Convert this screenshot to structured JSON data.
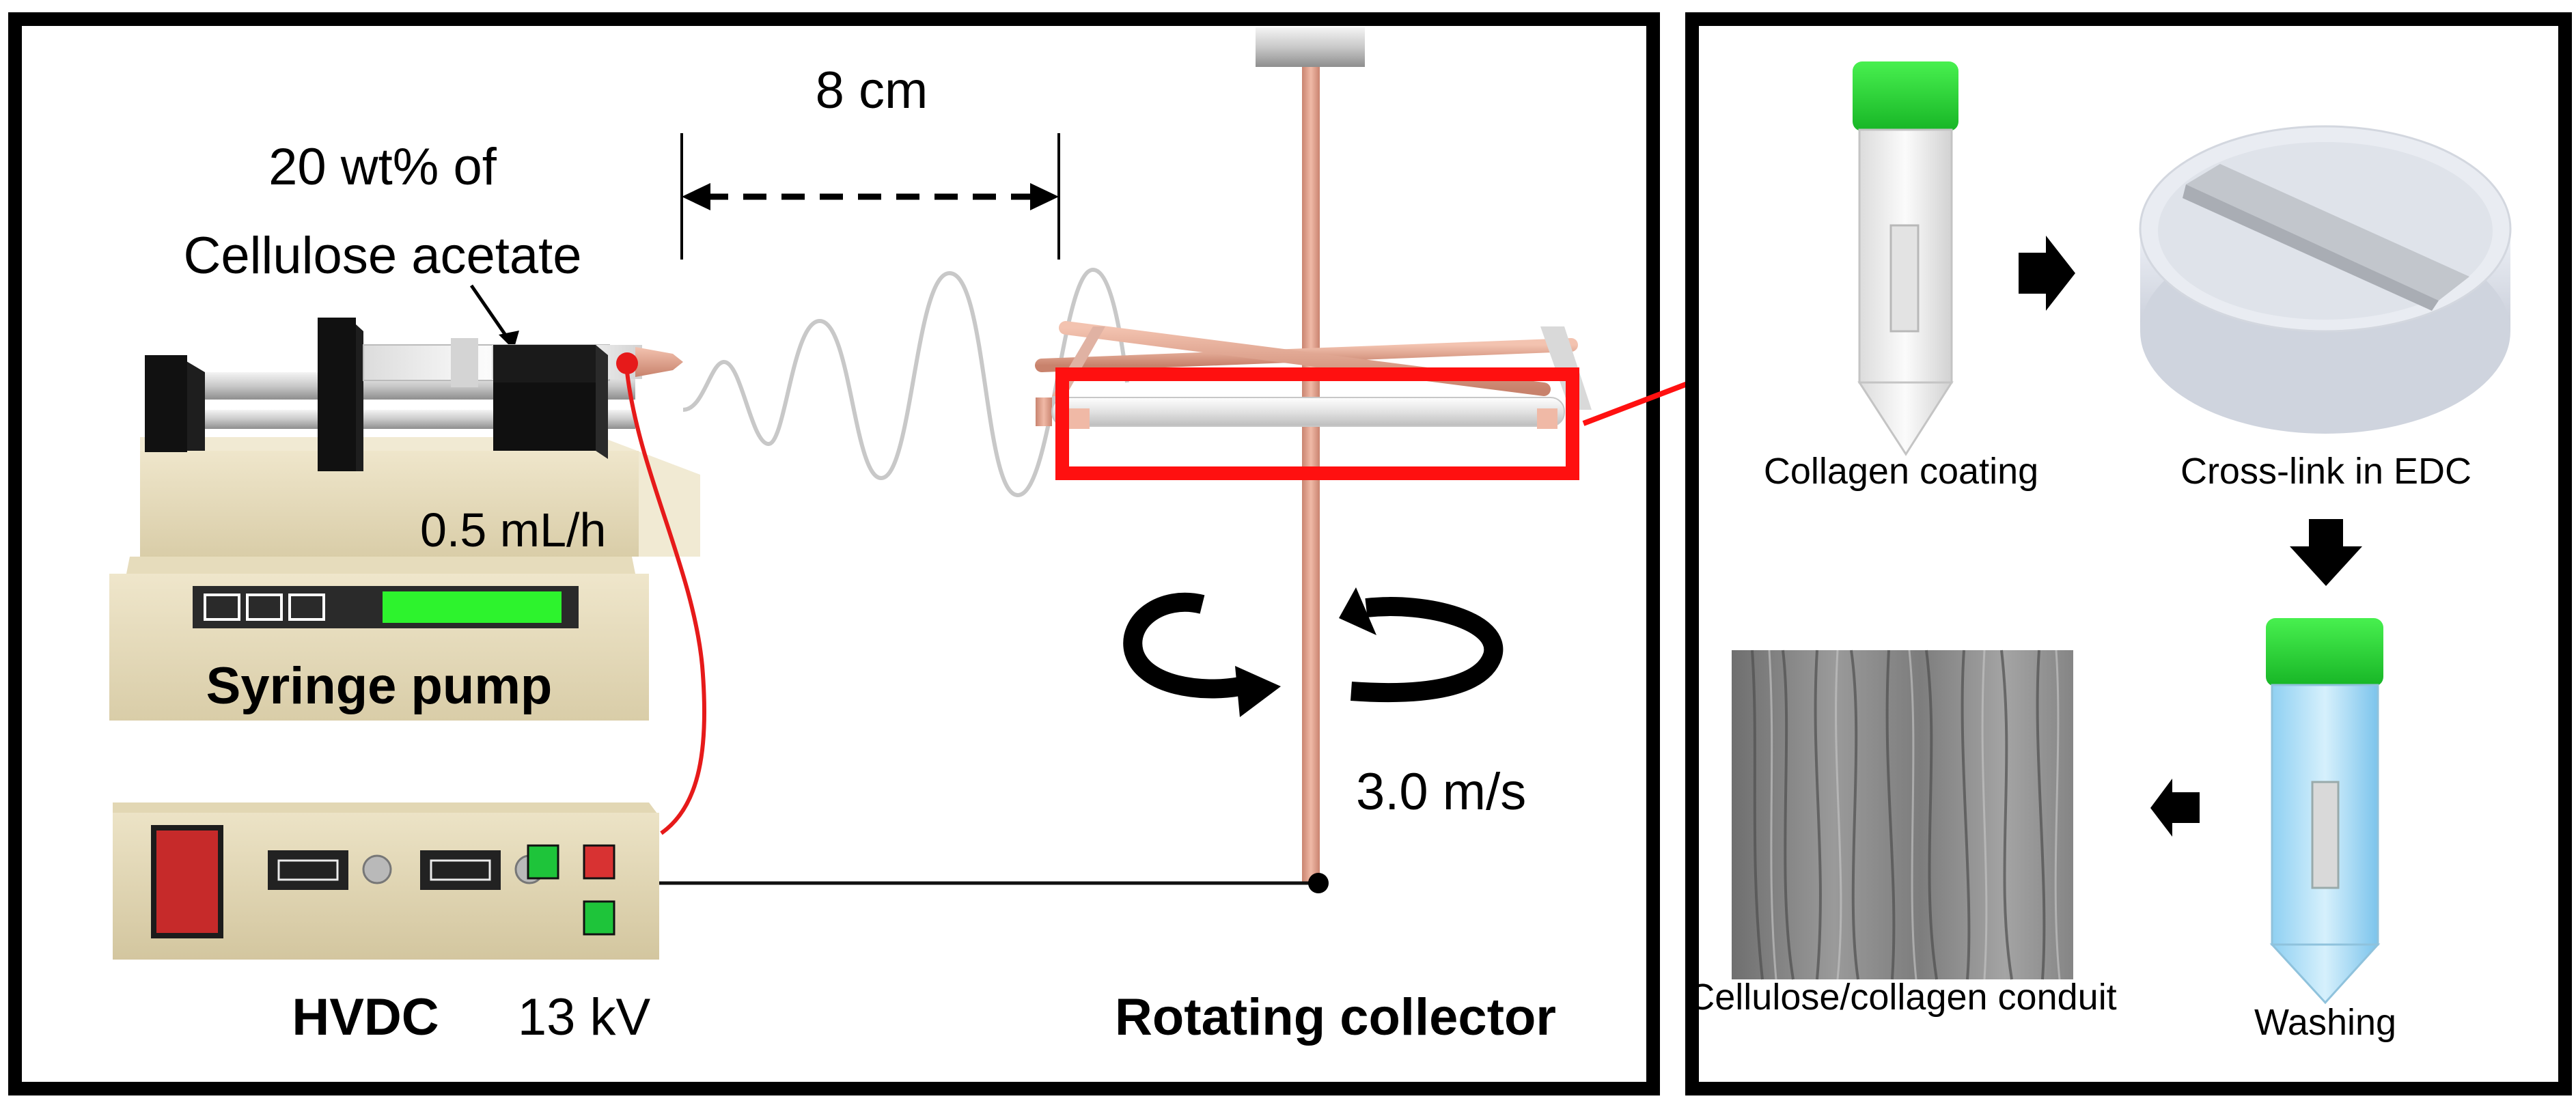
{
  "left_panel": {
    "distance_label": "8 cm",
    "solution_line1": "20 wt% of",
    "solution_line2": "Cellulose acetate",
    "flow_rate": "0.5 mL/h",
    "pump_label": "Syringe pump",
    "power_label": "HVDC",
    "voltage": "13 kV",
    "speed": "3.0 m/s",
    "collector_label": "Rotating collector"
  },
  "right_panel": {
    "steps": [
      {
        "label": "Collagen coating"
      },
      {
        "label": "Cross-link  in  EDC"
      },
      {
        "label": "Washing"
      },
      {
        "label": "Cellulose/collagen  conduit"
      }
    ]
  },
  "colors": {
    "frame": "#000000",
    "highlight": "#ff1010",
    "cap_green": "#22dd33",
    "wire_red": "#e61a1a",
    "copper": "#e4a18e",
    "pump_body": "#e9dfc1",
    "washing_blue": "#74c7f0"
  },
  "icons": [
    "syringe-pump-icon",
    "hvdc-supply-icon",
    "rotating-collector-icon",
    "rotation-arrow-icon",
    "falcon-tube-icon",
    "petri-dish-icon",
    "sem-image-icon",
    "process-arrow-icon"
  ]
}
